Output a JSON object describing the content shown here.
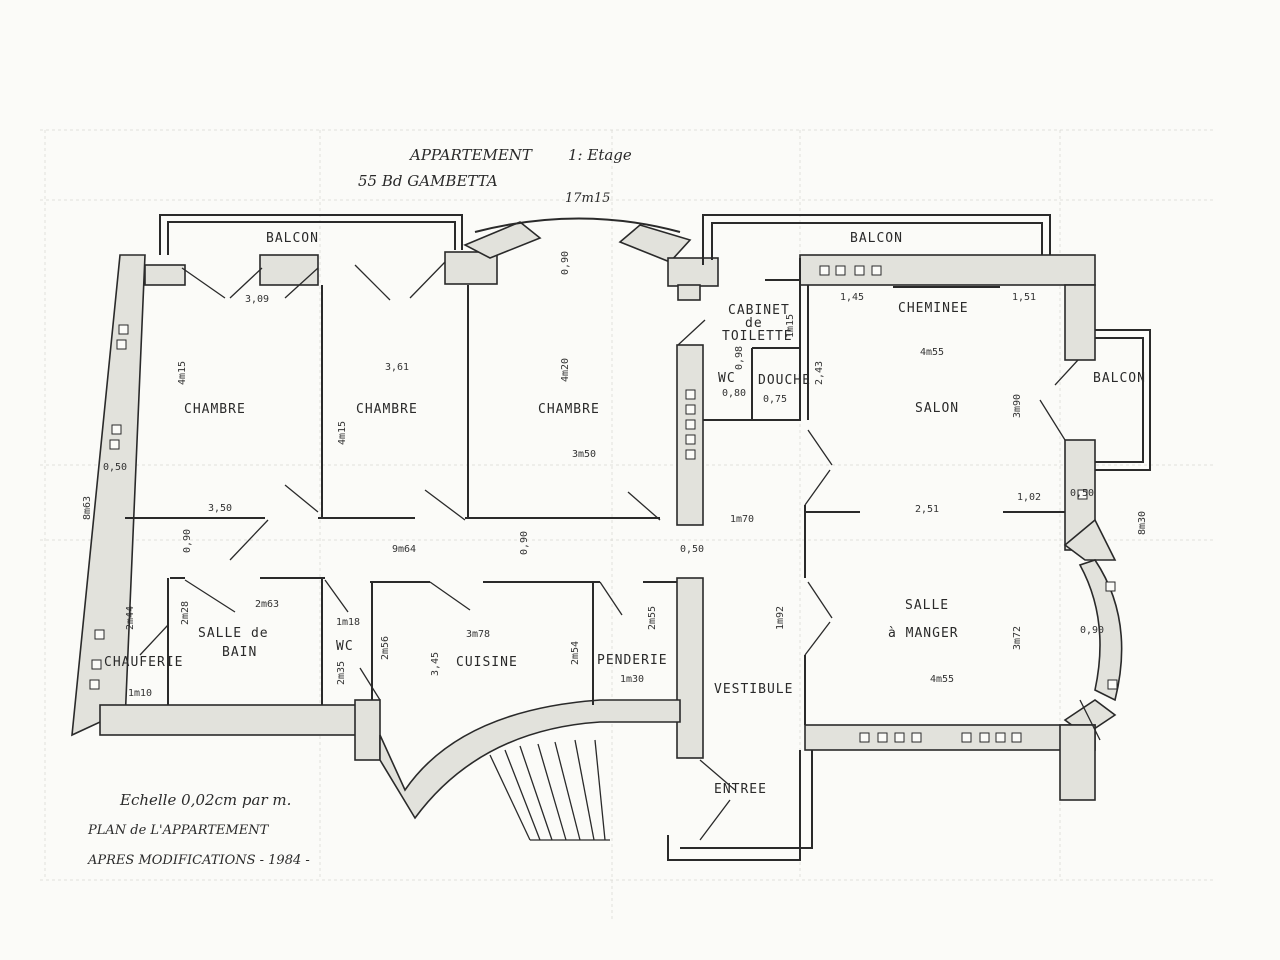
{
  "title": {
    "line1": "APPARTEMENT",
    "floor": "1: Etage",
    "line2": "55 Bd GAMBETTA",
    "overall_dim": "17m15"
  },
  "rooms": {
    "chambre1": "CHAMBRE",
    "chambre2": "CHAMBRE",
    "chambre3": "CHAMBRE",
    "salon": "SALON",
    "salle_line1": "SALLE",
    "salle_line2": "à MANGER",
    "cuisine": "CUISINE",
    "bain_line1": "SALLE de",
    "bain_line2": "BAIN",
    "chauferie": "CHAUFERIE",
    "wc_left": "WC",
    "wc_top": "WC",
    "douche": "DOUCHE",
    "cabinet_line1": "CABINET",
    "cabinet_line2": "de",
    "cabinet_line3": "TOILETTE",
    "penderie": "PENDERIE",
    "vestibule": "VESTIBULE",
    "entree": "ENTREE",
    "balcon_left": "BALCON",
    "balcon_right": "BALCON",
    "balcon_side": "BALCON",
    "cheminee": "CHEMINEE"
  },
  "dimensions": {
    "d_309": "3,09",
    "d_415a": "4m15",
    "d_361": "3,61",
    "d_415b": "4m15",
    "d_420": "4m20",
    "d_350_ch3": "3m50",
    "d_090_top": "0,90",
    "d_350_corr": "3,50",
    "d_964": "9m64",
    "d_090_corr": "0,90",
    "d_090_corr2": "0,90",
    "d_050_left": "0,50",
    "d_863": "8m63",
    "d_263": "2m63",
    "d_228": "2m28",
    "d_244": "2m44",
    "d_110": "1m10",
    "d_118": "1m18",
    "d_235": "2m35",
    "d_256": "2m56",
    "d_378": "3m78",
    "d_345": "3,45",
    "d_254": "2m54",
    "d_255": "2m55",
    "d_130": "1m30",
    "d_170": "1m70",
    "d_050_mid": "0,50",
    "d_192": "1m92",
    "d_455_top": "4m55",
    "d_390": "3m90",
    "d_251": "2,51",
    "d_102": "1,02",
    "d_145": "1,45",
    "d_151": "1,51",
    "d_455_bot": "4m55",
    "d_372": "3m72",
    "d_090_right": "0,90",
    "d_050_right": "0,50",
    "d_830": "8m30",
    "d_080": "0,80",
    "d_075": "0,75",
    "d_098": "0,98",
    "d_115": "1m15",
    "d_243": "2,43"
  },
  "notes": {
    "scale": "Echelle 0,02cm par m.",
    "plan": "PLAN de L'APPARTEMENT",
    "apres": "APRES MODIFICATIONS - 1984 -"
  }
}
